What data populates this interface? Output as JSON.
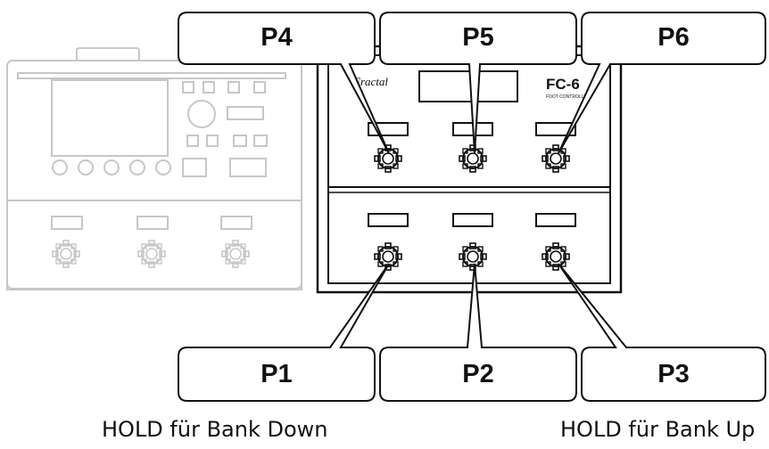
{
  "callouts": {
    "p4": "P4",
    "p5": "P5",
    "p6": "P6",
    "p1": "P1",
    "p2": "P2",
    "p3": "P3"
  },
  "captions": {
    "left": "HOLD für Bank Down",
    "right": "HOLD für Bank Up"
  },
  "controller": {
    "model": "FC-6",
    "model_sub": "FOOT CONTROLLER",
    "brand": "Fractal"
  },
  "colors": {
    "line": "#111111",
    "faded": "#c7c7c7",
    "background": "#ffffff"
  }
}
